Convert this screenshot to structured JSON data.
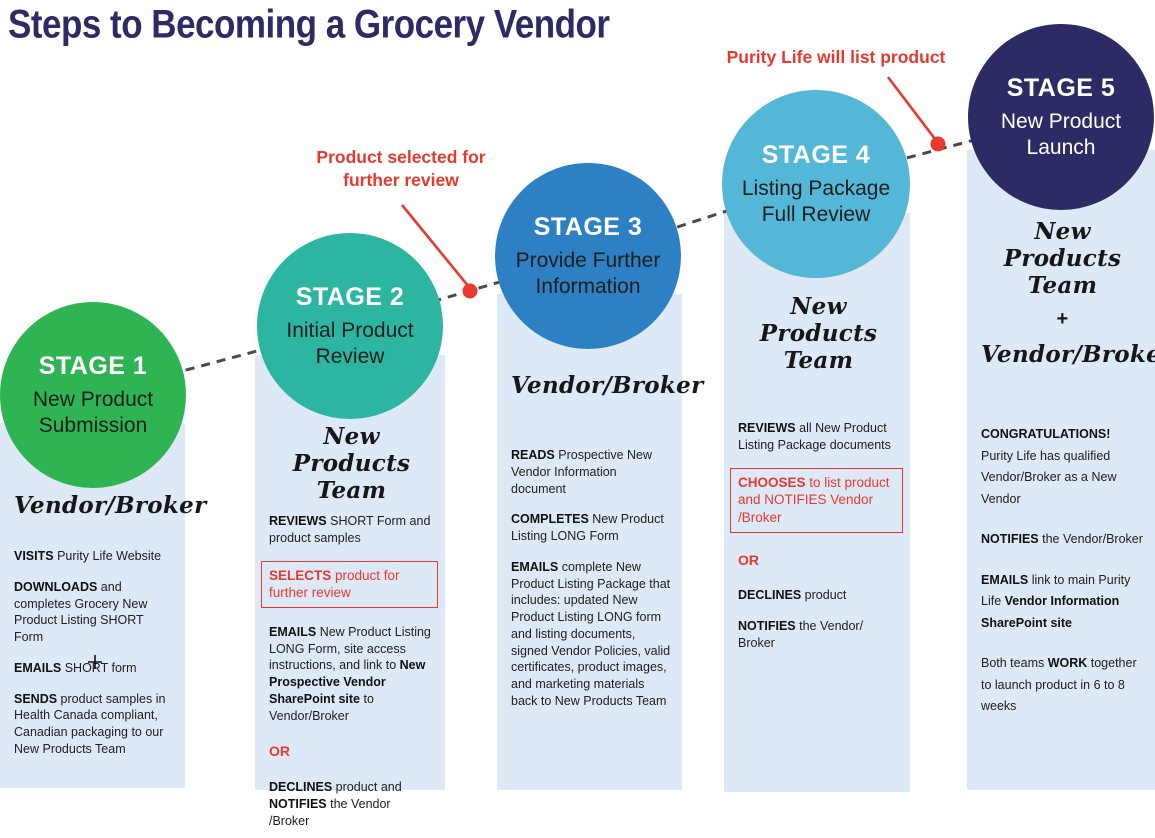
{
  "page": {
    "title": "Steps to Becoming a Grocery Vendor"
  },
  "colors": {
    "stage1": "#2eb452",
    "stage2": "#2cb5a1",
    "stage3": "#2e80c4",
    "stage4": "#54b7d8",
    "stage5": "#2d2b66",
    "column_bg": "#dde9f6",
    "accent_red": "#e8392f",
    "title_navy": "#2d2a66",
    "dash_gray": "#4a4a4a"
  },
  "annotations": [
    {
      "text": "Product selected for further review"
    },
    {
      "text": "Purity Life will list product"
    }
  ],
  "stages": [
    {
      "label": "STAGE 1",
      "subtitle": "New Product Submission",
      "team": [
        "Vendor/Broker"
      ],
      "paragraphs": [
        {
          "style": "normal",
          "text": "**VISITS** Purity Life Website"
        },
        {
          "style": "normal",
          "text": "**DOWNLOADS** and completes Grocery New Product Listing SHORT Form"
        },
        {
          "style": "normal",
          "text": "**EMAILS** SHORT form"
        },
        {
          "style": "normal",
          "text": "**SENDS** product samples in Health Canada compliant, Canadian packaging to our New Products Team"
        }
      ]
    },
    {
      "label": "STAGE 2",
      "subtitle": "Initial Product Review",
      "team": [
        "New Products Team"
      ],
      "paragraphs": [
        {
          "style": "normal",
          "text": "**REVIEWS** SHORT Form and product samples"
        },
        {
          "style": "red-box",
          "text": "**SELECTS** product for further review"
        },
        {
          "style": "normal",
          "text": "**EMAILS** New Product Listing LONG Form, site access instructions, and link to **New Prospective Vendor SharePoint site** to Vendor/Broker"
        },
        {
          "style": "or",
          "text": "OR"
        },
        {
          "style": "normal",
          "text": "**DECLINES** product and **NOTIFIES** the Vendor /Broker"
        }
      ]
    },
    {
      "label": "STAGE 3",
      "subtitle": "Provide Further Information",
      "team": [
        "Vendor/Broker"
      ],
      "paragraphs": [
        {
          "style": "normal",
          "text": "**READS** Prospective New Vendor Information document"
        },
        {
          "style": "normal",
          "text": "**COMPLETES** New Product Listing LONG Form"
        },
        {
          "style": "normal",
          "text": "**EMAILS** complete New Product Listing Package that includes: updated New Product Listing LONG form and listing documents, signed Vendor Policies, valid certificates, product images, and marketing materials back to New Products Team"
        }
      ]
    },
    {
      "label": "STAGE 4",
      "subtitle": "Listing Package Full Review",
      "team": [
        "New Products Team"
      ],
      "paragraphs": [
        {
          "style": "normal",
          "text": "**REVIEWS** all New Product Listing Package documents"
        },
        {
          "style": "red-box",
          "text": "**CHOOSES** to list product and NOTIFIES Vendor /Broker"
        },
        {
          "style": "or",
          "text": "OR"
        },
        {
          "style": "normal",
          "text": "**DECLINES** product"
        },
        {
          "style": "normal",
          "text": "**NOTIFIES** the Vendor/ Broker"
        }
      ]
    },
    {
      "label": "STAGE 5",
      "subtitle": "New Product Launch",
      "team": [
        "New Products Team",
        "+",
        "Vendor/Broker"
      ],
      "paragraphs": [
        {
          "style": "normal",
          "text": "**CONGRATULATIONS!** Purity Life has qualified Vendor/Broker as a New Vendor"
        },
        {
          "style": "normal",
          "text": "**NOTIFIES** the Vendor/Broker"
        },
        {
          "style": "normal",
          "text": "**EMAILS** link to main Purity Life **Vendor Information SharePoint site**"
        },
        {
          "style": "normal",
          "text": "Both teams **WORK** together to launch product in 6 to 8 weeks"
        }
      ]
    }
  ]
}
